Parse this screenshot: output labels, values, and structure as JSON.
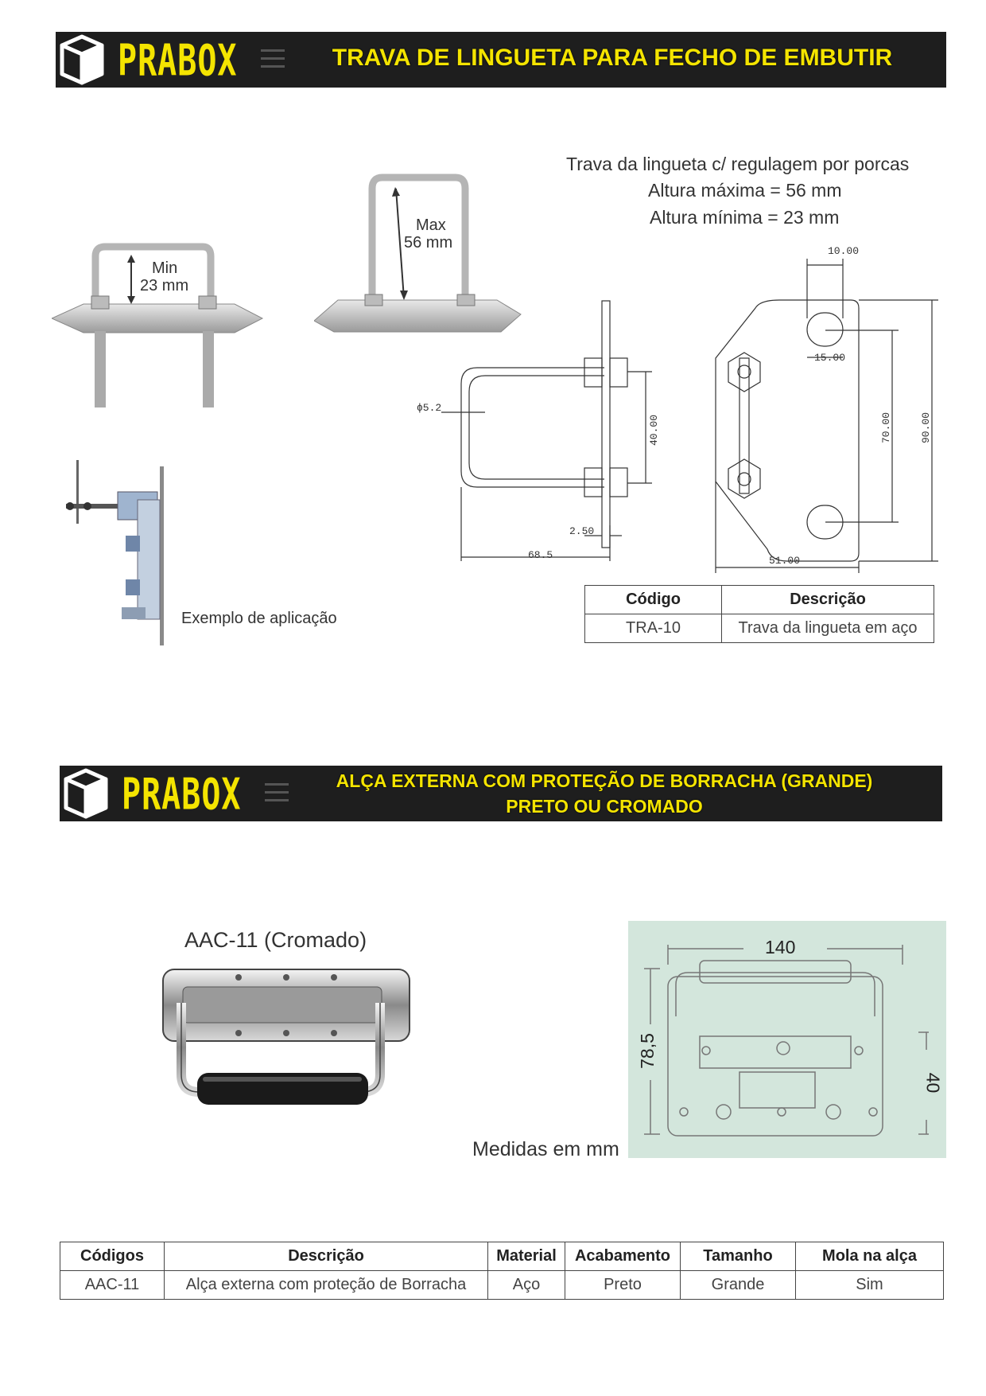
{
  "section1": {
    "brand": "PRABOX",
    "title": "TRAVA DE LINGUETA PARA FECHO DE EMBUTIR",
    "specs": [
      "Trava da lingueta c/ regulagem por porcas",
      "Altura máxima = 56 mm",
      "Altura mínima = 23 mm"
    ],
    "min_label": "Min",
    "min_value": "23 mm",
    "max_label": "Max",
    "max_value": "56 mm",
    "application_caption": "Exemplo de aplicação",
    "dims": {
      "phi": "ϕ5.2",
      "d40": "40.00",
      "d250": "2.50",
      "d685": "68.5",
      "d10": "10.00",
      "d15": "15.00",
      "d70": "70.00",
      "d90": "90.00",
      "d51": "51.00"
    },
    "table": {
      "headers": [
        "Código",
        "Descrição"
      ],
      "rows": [
        [
          "TRA-10",
          "Trava da lingueta em aço"
        ]
      ]
    }
  },
  "section2": {
    "brand": "PRABOX",
    "title_line1": "ALÇA EXTERNA COM PROTEÇÃO DE BORRACHA (GRANDE)",
    "title_line2": "PRETO OU CROMADO",
    "product_caption": "AAC-11 (Cromado)",
    "units_caption": "Medidas em mm",
    "dims": {
      "width": "140",
      "height": "78,5",
      "depth": "40"
    },
    "table": {
      "headers": [
        "Códigos",
        "Descrição",
        "Material",
        "Acabamento",
        "Tamanho",
        "Mola na alça"
      ],
      "rows": [
        [
          "AAC-11",
          "Alça externa com proteção de Borracha",
          "Aço",
          "Preto",
          "Grande",
          "Sim"
        ]
      ]
    }
  },
  "colors": {
    "banner": "#1e1e1e",
    "accent": "#f4e400",
    "drawing_bg": "#d3e6dc"
  }
}
